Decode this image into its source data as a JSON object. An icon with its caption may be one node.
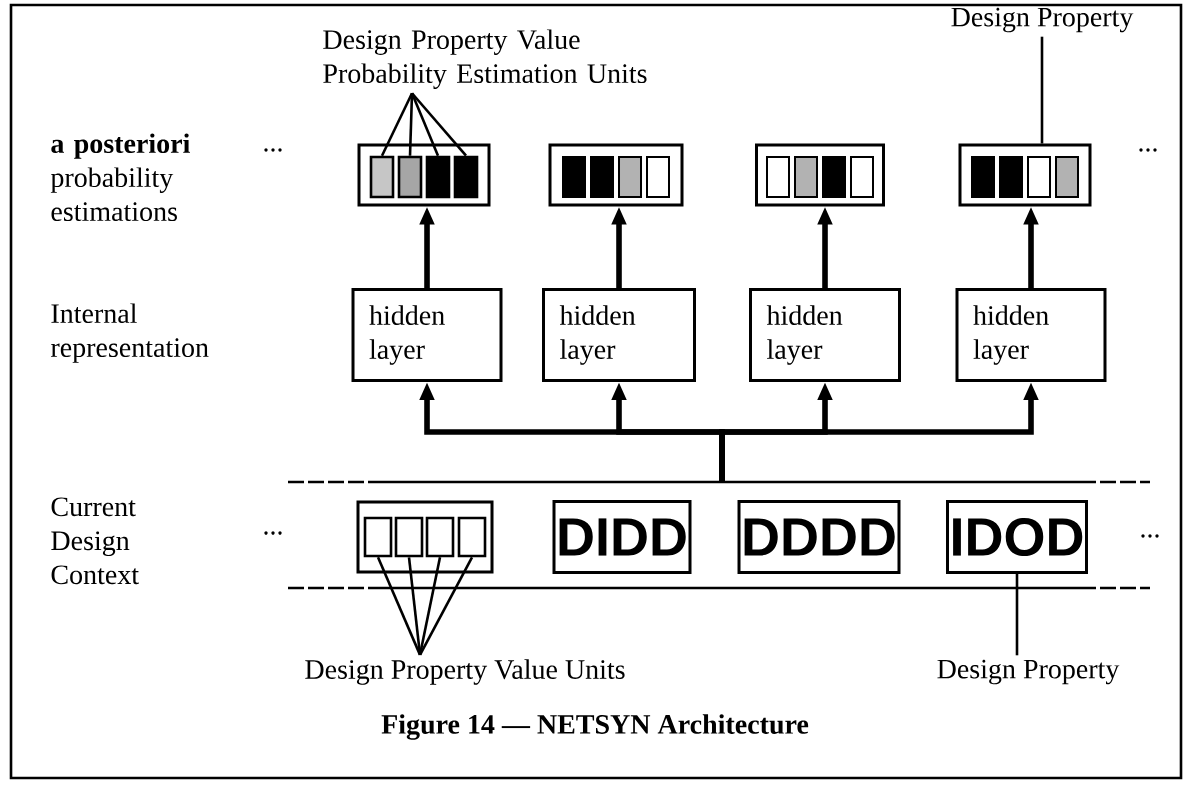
{
  "diagram": {
    "caption": "Figure 14 — NETSYN Architecture",
    "nodes": [
      {
        "text": [
          "Design Property Value Probability Estimation Units"
        ]
      },
      {
        "text": [
          "Design Property"
        ]
      },
      {
        "text": [],
        "shape": "box"
      },
      {
        "text": [],
        "shape": "box"
      },
      {
        "text": [],
        "shape": "box"
      },
      {
        "text": [],
        "shape": "box"
      },
      {
        "text": [],
        "shape": "box",
        "in": 2
      },
      {
        "text": [],
        "shape": "box",
        "in": 2
      },
      {
        "text": [],
        "shape": "box",
        "in": 2
      },
      {
        "text": [],
        "shape": "box",
        "in": 2
      },
      {
        "text": [
          "hidden layer"
        ]
      },
      {
        "text": [
          "hidden layer"
        ]
      },
      {
        "text": [
          "hidden layer"
        ]
      },
      {
        "text": [
          "hidden layer"
        ]
      },
      {
        "text": [],
        "shape": "band"
      },
      {
        "text": [],
        "shape": "box",
        "in": 14
      },
      {
        "text": [],
        "shape": "box",
        "in": 15
      },
      {
        "text": [],
        "shape": "box",
        "in": 15
      },
      {
        "text": [],
        "shape": "box",
        "in": 15
      },
      {
        "text": [],
        "shape": "box",
        "in": 15
      },
      {
        "text": [
          "DIDD"
        ],
        "in": 14
      },
      {
        "text": [
          "DDDD"
        ],
        "in": 14
      },
      {
        "text": [
          "IDOD"
        ],
        "in": 14
      },
      {
        "text": [
          "Design Property Value Units"
        ]
      },
      {
        "text": [
          "Design Property"
        ]
      }
    ],
    "edges": [
      {
        "from": 0,
        "to": 6,
        "arrow": "none"
      },
      {
        "from": 0,
        "to": 7,
        "arrow": "none"
      },
      {
        "from": 0,
        "to": 8,
        "arrow": "none"
      },
      {
        "from": 0,
        "to": 9,
        "arrow": "none"
      },
      {
        "from": 1,
        "to": 5,
        "arrow": "none"
      },
      {
        "from": 10,
        "to": 2,
        "arrow": "to",
        "style": "thick"
      },
      {
        "from": 11,
        "to": 3,
        "arrow": "to",
        "style": "thick"
      },
      {
        "from": 12,
        "to": 4,
        "arrow": "to",
        "style": "thick"
      },
      {
        "from": 13,
        "to": 5,
        "arrow": "to",
        "style": "thick"
      },
      {
        "from": 14,
        "to": 10,
        "arrow": "to",
        "style": "thick"
      },
      {
        "from": 14,
        "to": 11,
        "arrow": "to",
        "style": "thick"
      },
      {
        "from": 14,
        "to": 12,
        "arrow": "to",
        "style": "thick"
      },
      {
        "from": 14,
        "to": 13,
        "arrow": "to",
        "style": "thick"
      },
      {
        "from": 23,
        "to": 16,
        "arrow": "none"
      },
      {
        "from": 23,
        "to": 17,
        "arrow": "none"
      },
      {
        "from": 23,
        "to": 18,
        "arrow": "none"
      },
      {
        "from": 23,
        "to": 19,
        "arrow": "none"
      },
      {
        "from": 22,
        "to": 24,
        "arrow": "none"
      }
    ],
    "labels": [
      "**a posteriori** probability estimations",
      "...",
      "...",
      "Internal representation",
      "Current Design Context",
      "...",
      "..."
    ]
  }
}
